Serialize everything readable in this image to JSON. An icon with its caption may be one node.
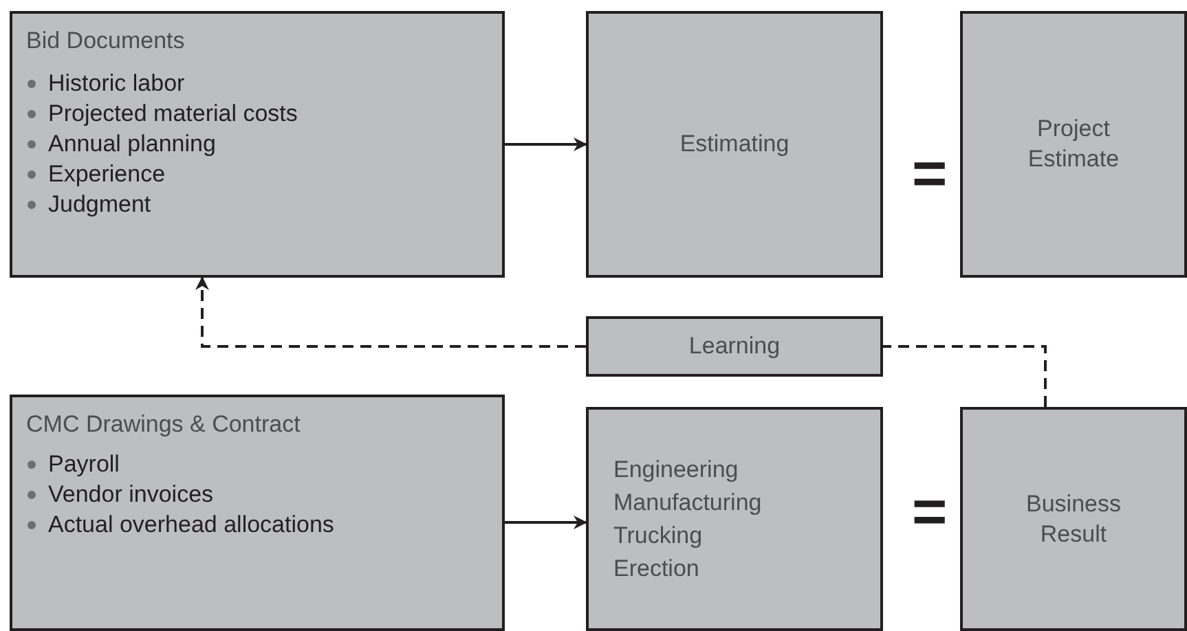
{
  "diagram": {
    "nodes": [
      {
        "text": [
          "Bid Documents",
          "Historic labor",
          "Projected material costs",
          "Annual planning",
          "Experience",
          "Judgment"
        ]
      },
      {
        "text": [
          "Estimating"
        ]
      },
      {
        "text": [
          "Project Estimate"
        ]
      },
      {
        "text": [
          "Learning"
        ]
      },
      {
        "text": [
          "CMC Drawings & Contract",
          "Payroll",
          "Vendor invoices",
          "Actual overhead allocations"
        ]
      },
      {
        "text": [
          "Engineering",
          "Manufacturing",
          "Trucking",
          "Erection"
        ]
      },
      {
        "text": [
          "Business Result"
        ]
      }
    ],
    "edges": [
      {
        "from": 0,
        "to": 1,
        "arrow": "to"
      },
      {
        "from": 4,
        "to": 5,
        "arrow": "to"
      },
      {
        "from": 6,
        "to": 3,
        "arrow": "none",
        "style": "dashed"
      },
      {
        "from": 3,
        "to": 0,
        "arrow": "to",
        "style": "dashed"
      }
    ],
    "labels": [
      "=",
      "="
    ]
  }
}
